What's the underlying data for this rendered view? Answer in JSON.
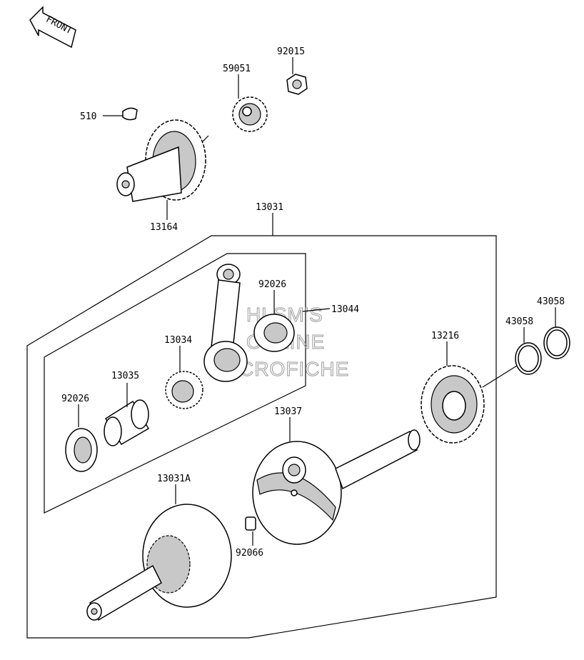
{
  "front_label": "FRONT",
  "watermark": [
    "HLSM'S",
    "ONLINE",
    "MICROFICHE"
  ],
  "parts": {
    "p92015": "92015",
    "p59051": "59051",
    "p510": "510",
    "p13164": "13164",
    "p13031": "13031",
    "p92026_top": "92026",
    "p13044": "13044",
    "p13034": "13034",
    "p13035": "13035",
    "p92026_left": "92026",
    "p13216": "13216",
    "p43058_inner": "43058",
    "p43058_outer": "43058",
    "p13037": "13037",
    "p13031A": "13031A",
    "p92066": "92066"
  }
}
